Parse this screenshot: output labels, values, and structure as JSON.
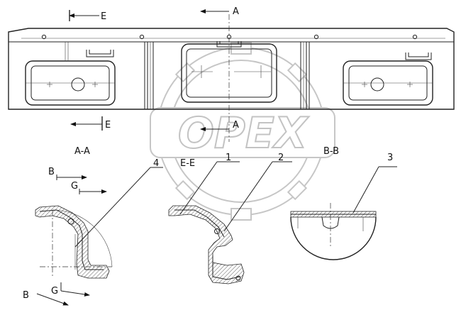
{
  "section_markers": {
    "e_top": "E",
    "a_top": "A",
    "e_bottom": "E",
    "a_mid": "A"
  },
  "view_titles": {
    "aa": "A-A",
    "ee": "E-E",
    "bb": "B-B"
  },
  "part_numbers": {
    "p1": "1",
    "p2": "2",
    "p3": "3",
    "p4": "4"
  },
  "cut_markers": {
    "b_top": "B",
    "g_top": "G",
    "b_bottom": "B",
    "g_bottom": "G"
  },
  "watermark": {
    "text": "OPEX"
  }
}
